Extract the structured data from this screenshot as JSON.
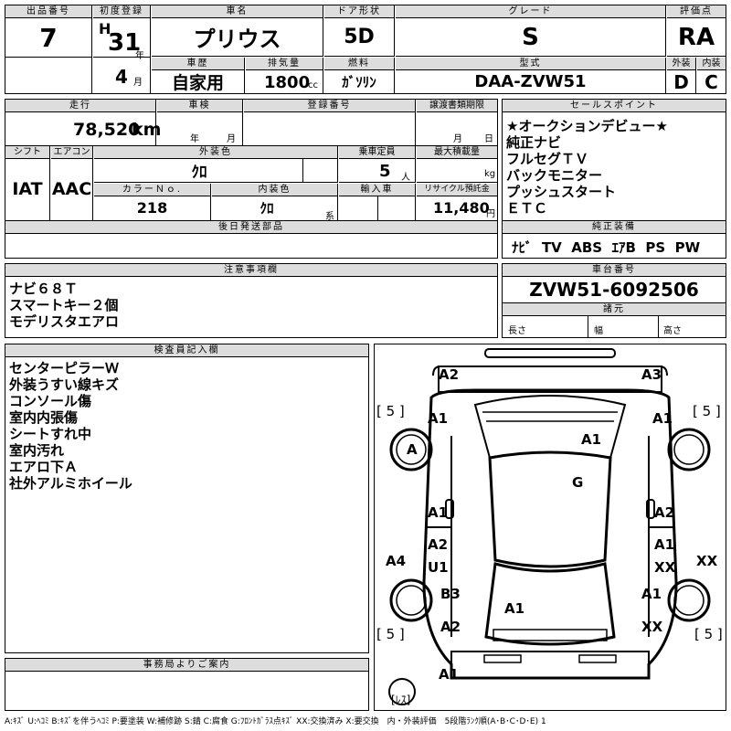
{
  "top": {
    "lot_label": "出品番号",
    "lot_value": "7",
    "first_reg_label": "初度登録",
    "era": "H",
    "year": "31",
    "year_unit": "年",
    "month": "4",
    "month_unit": "月",
    "car_name_label": "車名",
    "car_name": "プリウス",
    "door_label": "ドア形状",
    "door": "5D",
    "grade_label": "グレード",
    "grade": "S",
    "score_label": "評価点",
    "score": "RA",
    "history_label": "車歴",
    "history": "自家用",
    "displacement_label": "排気量",
    "displacement": "1800",
    "displacement_unit": "cc",
    "fuel_label": "燃料",
    "fuel": "ｶﾞｿﾘﾝ",
    "model_label": "型式",
    "model": "DAA-ZVW51",
    "ext_label": "外装",
    "ext": "D",
    "int_label": "内装",
    "int": "C"
  },
  "mid": {
    "mileage_label": "走行",
    "mileage": "78,520",
    "mileage_unit": "km",
    "inspection_label": "車検",
    "insp_year_unit": "年",
    "insp_month_unit": "月",
    "reg_no_label": "登録番号",
    "transfer_label": "譲渡書類期限",
    "transfer_month_unit": "月",
    "transfer_day_unit": "日",
    "shift_label": "シフト",
    "shift": "IAT",
    "ac_label": "エアコン",
    "ac": "AAC",
    "ext_color_label": "外装色",
    "ext_color": "ｸﾛ",
    "capacity_label": "乗車定員",
    "capacity": "5",
    "capacity_unit": "人",
    "max_load_label": "最大積載量",
    "max_load_unit": "kg",
    "color_no_label": "カラーＮｏ.",
    "color_no": "218",
    "int_color_label": "内装色",
    "int_color": "ｸﾛ",
    "int_color_unit": "系",
    "import_label": "輸入車",
    "recycle_label": "リサイクル預託金",
    "recycle": "11,480",
    "recycle_unit": "円",
    "later_parts_label": "後日発送部品"
  },
  "sales": {
    "label": "セールスポイント",
    "items": [
      "★オークションデビュー★",
      "純正ナビ",
      "フルセグＴＶ",
      "バックモニター",
      "プッシュスタート",
      "ＥＴＣ"
    ]
  },
  "equipment": {
    "label": "純正装備",
    "value": "ﾅﾋﾞ  TV  ABS  ｴｱB  PS  PW"
  },
  "caution": {
    "label": "注意事項欄",
    "items": [
      "ナビ６８Ｔ",
      "スマートキー２個",
      "モデリスタエアロ"
    ]
  },
  "chassis": {
    "label": "車台番号",
    "value": "ZVW51-6092506",
    "spec_label": "諸元",
    "length_label": "長さ",
    "width_label": "幅",
    "height_label": "高さ"
  },
  "inspector": {
    "label": "検査員記入欄",
    "items": [
      "センターピラーＷ",
      "外装うすい線キズ",
      "コンソール傷",
      "室内内張傷",
      "シートすれ中",
      "室内汚れ",
      "エアロ下Ａ",
      "社外アルミホイール"
    ]
  },
  "office": {
    "label": "事務局よりご案内"
  },
  "diagram": {
    "tire_fl": "[ 5 ]",
    "tire_fr": "[ 5 ]",
    "tire_rl": "[ 5 ]",
    "tire_rr": "[ 5 ]",
    "spare": "[ﾚｽ]",
    "marks": {
      "front_bumper_left": "A2",
      "front_bumper_right": "A3",
      "fender_fl": "A1",
      "fender_fr": "A1",
      "wheel_fl": "A",
      "hood": "A1",
      "roof": "G",
      "door_fl": "A1",
      "door_fr": "A2",
      "door_rl_top": "A2",
      "door_rl_bottom": "U1",
      "door_rr_top": "A1",
      "door_rr_bottom": "XX",
      "side_left": "A4",
      "side_right": "XX",
      "quarter_rl": "B3",
      "quarter_rr": "A1",
      "trunk": "A1",
      "rear_left": "A2",
      "rear_right": "XX",
      "rear_bumper": "A1"
    }
  },
  "legend": "A:ｷｽﾞ U:ﾍｺﾐ B:ｷｽﾞを伴うﾍｺﾐ P:要塗装 W:補修跡 S:錆 C:腐食 G:ﾌﾛﾝﾄｶﾞﾗｽ点ｷｽﾞ XX:交換済み X:要交換　内・外装評価　5段階ﾗﾝｸ順(A･B･C･D･E) 1"
}
